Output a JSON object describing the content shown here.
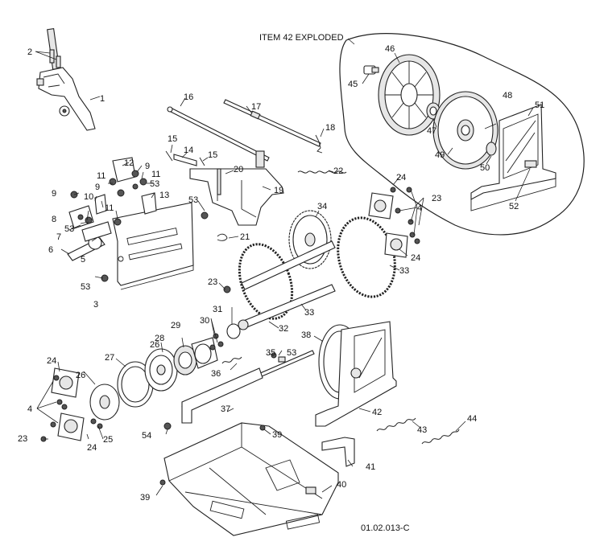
{
  "diagram": {
    "title": "ITEM 42 EXPLODED",
    "drawing_code": "01.02.013-C",
    "callouts": [
      "1",
      "2",
      "3",
      "4",
      "4",
      "4",
      "5",
      "6",
      "7",
      "8",
      "9",
      "9",
      "9",
      "10",
      "11",
      "11",
      "11",
      "12",
      "13",
      "14",
      "15",
      "15",
      "16",
      "17",
      "18",
      "19",
      "20",
      "21",
      "22",
      "23",
      "23",
      "23",
      "24",
      "24",
      "24",
      "24",
      "25",
      "26",
      "26",
      "27",
      "28",
      "29",
      "30",
      "31",
      "32",
      "33",
      "33",
      "34",
      "35",
      "36",
      "37",
      "38",
      "39",
      "39",
      "40",
      "41",
      "42",
      "43",
      "44",
      "45",
      "46",
      "47",
      "48",
      "49",
      "50",
      "51",
      "52",
      "53",
      "53",
      "53",
      "53",
      "53",
      "53",
      "54"
    ]
  }
}
